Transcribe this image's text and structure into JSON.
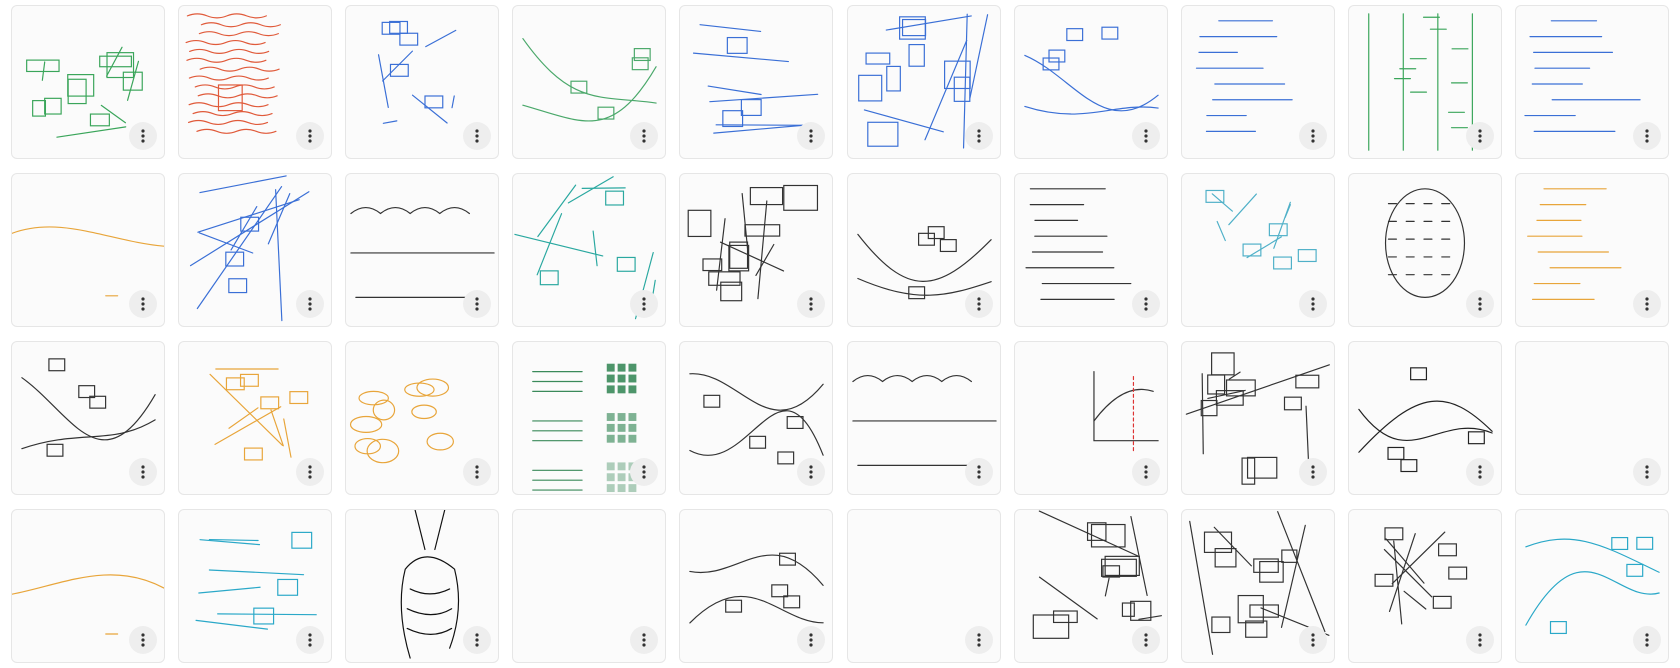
{
  "gallery": {
    "thumbnails": [
      {
        "color": "#3aa55a",
        "motif": "boxes"
      },
      {
        "color": "#e05a3a",
        "motif": "scribble"
      },
      {
        "color": "#3a6fd6",
        "motif": "tree"
      },
      {
        "color": "#4aa86a",
        "motif": "flow"
      },
      {
        "color": "#3a6fd6",
        "motif": "arrows"
      },
      {
        "color": "#3a6fd6",
        "motif": "boxes"
      },
      {
        "color": "#3a6fd6",
        "motif": "flow"
      },
      {
        "color": "#3a6fd6",
        "motif": "text"
      },
      {
        "color": "#3aa55a",
        "motif": "columns"
      },
      {
        "color": "#3a6fd6",
        "motif": "text"
      },
      {
        "color": "#e8a53a",
        "motif": "line"
      },
      {
        "color": "#3a6fd6",
        "motif": "network"
      },
      {
        "color": "#333333",
        "motif": "timeline"
      },
      {
        "color": "#2aa8a0",
        "motif": "network"
      },
      {
        "color": "#333333",
        "motif": "boxes"
      },
      {
        "color": "#333333",
        "motif": "flow"
      },
      {
        "color": "#333333",
        "motif": "text"
      },
      {
        "color": "#4fb0c8",
        "motif": "tree"
      },
      {
        "color": "#333333",
        "motif": "grid"
      },
      {
        "color": "#e8a53a",
        "motif": "text"
      },
      {
        "color": "#333333",
        "motif": "flow"
      },
      {
        "color": "#e8a53a",
        "motif": "tree"
      },
      {
        "color": "#e8a53a",
        "motif": "bubbles"
      },
      {
        "color": "#3a8a5a",
        "motif": "squares"
      },
      {
        "color": "#333333",
        "motif": "flow"
      },
      {
        "color": "#333333",
        "motif": "timeline"
      },
      {
        "color": "#333333",
        "motif": "graph"
      },
      {
        "color": "#333333",
        "motif": "boxes"
      },
      {
        "color": "#222222",
        "motif": "flow"
      },
      {
        "color": "#333333",
        "motif": "blank"
      },
      {
        "color": "#e8a53a",
        "motif": "line"
      },
      {
        "color": "#2aa8c8",
        "motif": "arrows"
      },
      {
        "color": "#111111",
        "motif": "drawing"
      },
      {
        "color": "#333333",
        "motif": "blank"
      },
      {
        "color": "#333333",
        "motif": "flow"
      },
      {
        "color": "#333333",
        "motif": "blank"
      },
      {
        "color": "#333333",
        "motif": "boxes"
      },
      {
        "color": "#333333",
        "motif": "boxes"
      },
      {
        "color": "#333333",
        "motif": "tree"
      },
      {
        "color": "#2aa8c8",
        "motif": "flow"
      }
    ],
    "more_options_icon": "more-vert-icon"
  }
}
